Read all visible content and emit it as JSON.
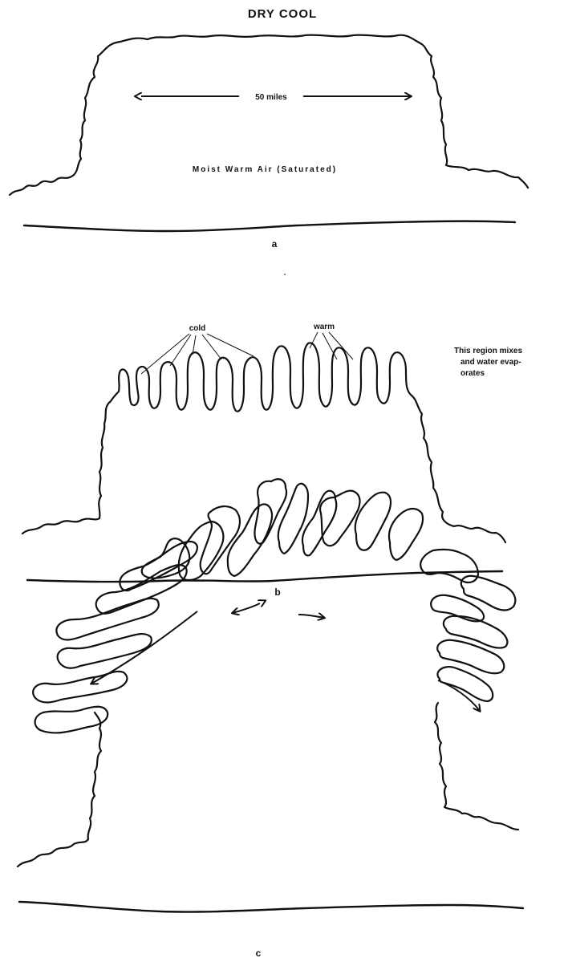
{
  "panel_a": {
    "top_label": "DRY COOL",
    "width_label": "50 miles",
    "cloud_label": "Moist Warm Air (Saturated)",
    "letter": "a"
  },
  "panel_b": {
    "cold_label": "cold",
    "warm_label": "warm",
    "note_line1": "This region mixes",
    "note_line2": "and water evap-",
    "note_line3": "orates",
    "letter": "b"
  },
  "panel_c": {
    "letter": "c"
  }
}
